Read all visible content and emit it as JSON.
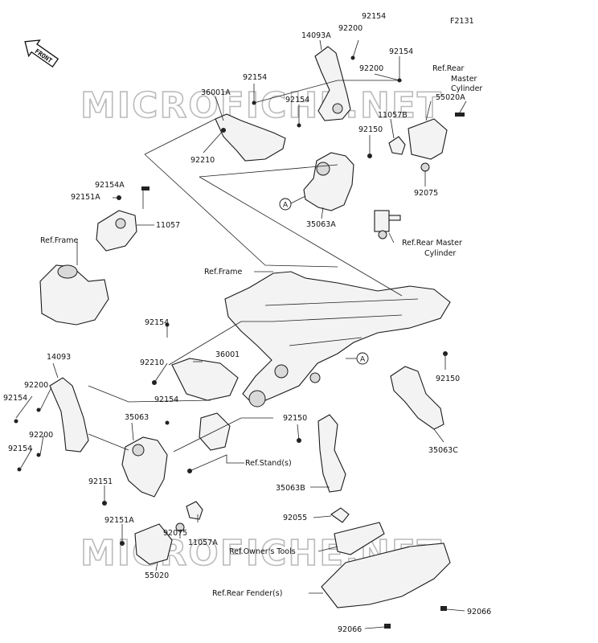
{
  "figure_code": "F2131",
  "front_label": "FRONT",
  "watermark": "MICROFICHE.NET",
  "parts": {
    "p14093A": "14093A",
    "p92200a": "92200",
    "p92154a": "92154",
    "p92154b": "92154",
    "p92200b": "92200",
    "p36001A": "36001A",
    "p92154c": "92154",
    "p92154d": "92154",
    "p92210a": "92210",
    "p11057B": "11057B",
    "p55020A": "55020A",
    "p92150a": "92150",
    "p92075a": "92075",
    "p35063A": "35063A",
    "p92154A": "92154A",
    "p92151A_top": "92151A",
    "p11057": "11057",
    "p92154e": "92154",
    "p92210b": "92210",
    "p36001": "36001",
    "p14093": "14093",
    "p92200c": "92200",
    "p92154f": "92154",
    "p92200d": "92200",
    "p92154g": "92154",
    "p92154h": "92154",
    "p35063": "35063",
    "p92151": "92151",
    "p92151A": "92151A",
    "p92075b": "92075",
    "p11057A": "11057A",
    "p55020": "55020",
    "p92150b": "92150",
    "p35063B": "35063B",
    "p92150c": "92150",
    "p35063C": "35063C",
    "p92055": "92055",
    "p92066a": "92066",
    "p92066b": "92066"
  },
  "refs": {
    "rear_master_cyl_top_1": "Ref.Rear",
    "rear_master_cyl_top_2": "Master",
    "rear_master_cyl_top_3": "Cylinder",
    "rear_master_cyl_mid_1": "Ref.Rear Master",
    "rear_master_cyl_mid_2": "Cylinder",
    "frame_left": "Ref.Frame",
    "frame_center": "Ref.Frame",
    "stand": "Ref.Stand(s)",
    "owners_tools": "Ref.Owner's Tools",
    "rear_fender": "Ref.Rear Fender(s)"
  },
  "callout_A": "A"
}
